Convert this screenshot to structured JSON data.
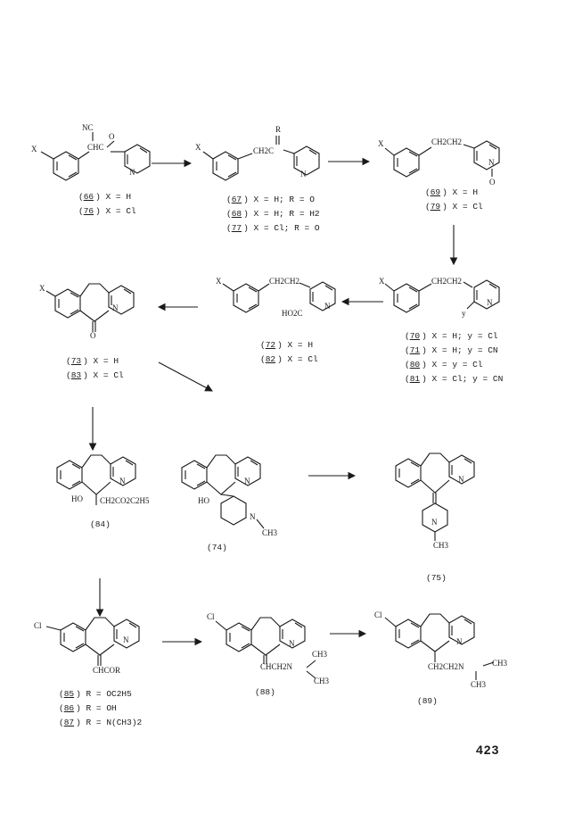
{
  "compounds": {
    "c66": {
      "num": "66",
      "text": "X = H"
    },
    "c76": {
      "num": "76",
      "text": "X = Cl"
    },
    "c67": {
      "num": "67",
      "text": "X = H; R = O"
    },
    "c68": {
      "num": "68",
      "text": "X = H; R = H2"
    },
    "c77": {
      "num": "77",
      "text": "X = Cl; R = O"
    },
    "c69": {
      "num": "69",
      "text": "X = H"
    },
    "c79": {
      "num": "79",
      "text": "X = Cl"
    },
    "c70": {
      "num": "70",
      "text": "X = H; y = Cl"
    },
    "c71": {
      "num": "71",
      "text": "X = H; y = CN"
    },
    "c80": {
      "num": "80",
      "text": "X = y = Cl"
    },
    "c81": {
      "num": "81",
      "text": "X = Cl; y = CN"
    },
    "c72": {
      "num": "72",
      "text": "X = H"
    },
    "c82": {
      "num": "82",
      "text": "X = Cl"
    },
    "c73": {
      "num": "73",
      "text": "X = H"
    },
    "c83": {
      "num": "83",
      "text": "X = Cl"
    },
    "c84": {
      "num": "(84)"
    },
    "c74": {
      "num": "(74)"
    },
    "c75": {
      "num": "(75)"
    },
    "c85": {
      "num": "85",
      "text": "R = OC2H5"
    },
    "c86": {
      "num": "86",
      "text": "R = OH"
    },
    "c87": {
      "num": "87",
      "text": "R = N(CH3)2"
    },
    "c88": {
      "num": "(88)"
    },
    "c89": {
      "num": "(89)"
    }
  },
  "atoms": {
    "x": "X",
    "nc": "NC",
    "chc": "CHC",
    "o": "O",
    "n": "N",
    "r": "R",
    "ch2c": "CH2C",
    "ch2ch2": "CH2CH2",
    "y": "y",
    "ho2c": "HO2C",
    "ho": "HO",
    "ch2co2c2h5": "CH2CO2C2H5",
    "ch3": "CH3",
    "cl": "Cl",
    "chcor": "CHCOR",
    "chch2n": "CHCH2N",
    "ch2ch2n": "CH2CH2N"
  },
  "page_number": "423"
}
